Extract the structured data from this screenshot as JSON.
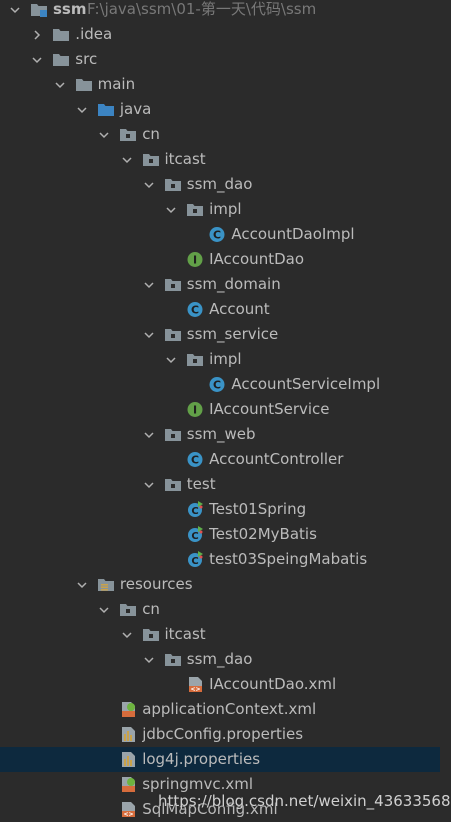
{
  "project": {
    "name": "ssm",
    "path": "F:\\java\\ssm\\01-第一天\\代码\\ssm"
  },
  "tree": [
    {
      "label": "ssm",
      "depth": 0,
      "expanded": true,
      "icon": "module-folder-icon",
      "root": true
    },
    {
      "label": ".idea",
      "depth": 1,
      "expanded": false,
      "icon": "folder-icon"
    },
    {
      "label": "src",
      "depth": 1,
      "expanded": true,
      "icon": "folder-icon"
    },
    {
      "label": "main",
      "depth": 2,
      "expanded": true,
      "icon": "folder-icon"
    },
    {
      "label": "java",
      "depth": 3,
      "expanded": true,
      "icon": "source-folder-icon"
    },
    {
      "label": "cn",
      "depth": 4,
      "expanded": true,
      "icon": "package-icon"
    },
    {
      "label": "itcast",
      "depth": 5,
      "expanded": true,
      "icon": "package-icon"
    },
    {
      "label": "ssm_dao",
      "depth": 6,
      "expanded": true,
      "icon": "package-icon"
    },
    {
      "label": "impl",
      "depth": 7,
      "expanded": true,
      "icon": "package-icon"
    },
    {
      "label": "AccountDaoImpl",
      "depth": 8,
      "icon": "class-icon"
    },
    {
      "label": "IAccountDao",
      "depth": 7,
      "icon": "interface-icon"
    },
    {
      "label": "ssm_domain",
      "depth": 6,
      "expanded": true,
      "icon": "package-icon"
    },
    {
      "label": "Account",
      "depth": 7,
      "icon": "class-icon"
    },
    {
      "label": "ssm_service",
      "depth": 6,
      "expanded": true,
      "icon": "package-icon"
    },
    {
      "label": "impl",
      "depth": 7,
      "expanded": true,
      "icon": "package-icon"
    },
    {
      "label": "AccountServiceImpl",
      "depth": 8,
      "icon": "class-icon"
    },
    {
      "label": "IAccountService",
      "depth": 7,
      "icon": "interface-icon"
    },
    {
      "label": "ssm_web",
      "depth": 6,
      "expanded": true,
      "icon": "package-icon"
    },
    {
      "label": "AccountController",
      "depth": 7,
      "icon": "class-icon"
    },
    {
      "label": "test",
      "depth": 6,
      "expanded": true,
      "icon": "package-icon"
    },
    {
      "label": "Test01Spring",
      "depth": 7,
      "icon": "test-class-icon"
    },
    {
      "label": "Test02MyBatis",
      "depth": 7,
      "icon": "test-class-icon"
    },
    {
      "label": "test03SpeingMabatis",
      "depth": 7,
      "icon": "test-class-icon"
    },
    {
      "label": "resources",
      "depth": 3,
      "expanded": true,
      "icon": "resources-folder-icon"
    },
    {
      "label": "cn",
      "depth": 4,
      "expanded": true,
      "icon": "package-icon"
    },
    {
      "label": "itcast",
      "depth": 5,
      "expanded": true,
      "icon": "package-icon"
    },
    {
      "label": "ssm_dao",
      "depth": 6,
      "expanded": true,
      "icon": "package-icon"
    },
    {
      "label": "IAccountDao.xml",
      "depth": 7,
      "icon": "xml-file-icon"
    },
    {
      "label": "applicationContext.xml",
      "depth": 4,
      "icon": "spring-xml-icon"
    },
    {
      "label": "jdbcConfig.properties",
      "depth": 4,
      "icon": "properties-file-icon"
    },
    {
      "label": "log4j.properties",
      "depth": 4,
      "icon": "properties-file-icon",
      "selected": true
    },
    {
      "label": "springmvc.xml",
      "depth": 4,
      "icon": "spring-xml-icon"
    },
    {
      "label": "SqlMapConfig.xml",
      "depth": 4,
      "icon": "xml-file-icon"
    }
  ],
  "watermark": "https://blog.csdn.net/weixin_43633568",
  "colors": {
    "background": "#2b2b2b",
    "selection": "#0d293e",
    "text": "#bbbbbb",
    "path_text": "#787878",
    "folder": "#87939a",
    "source_folder": "#3c84c2",
    "class_icon": "#3a93c6",
    "interface_icon": "#62a048"
  }
}
